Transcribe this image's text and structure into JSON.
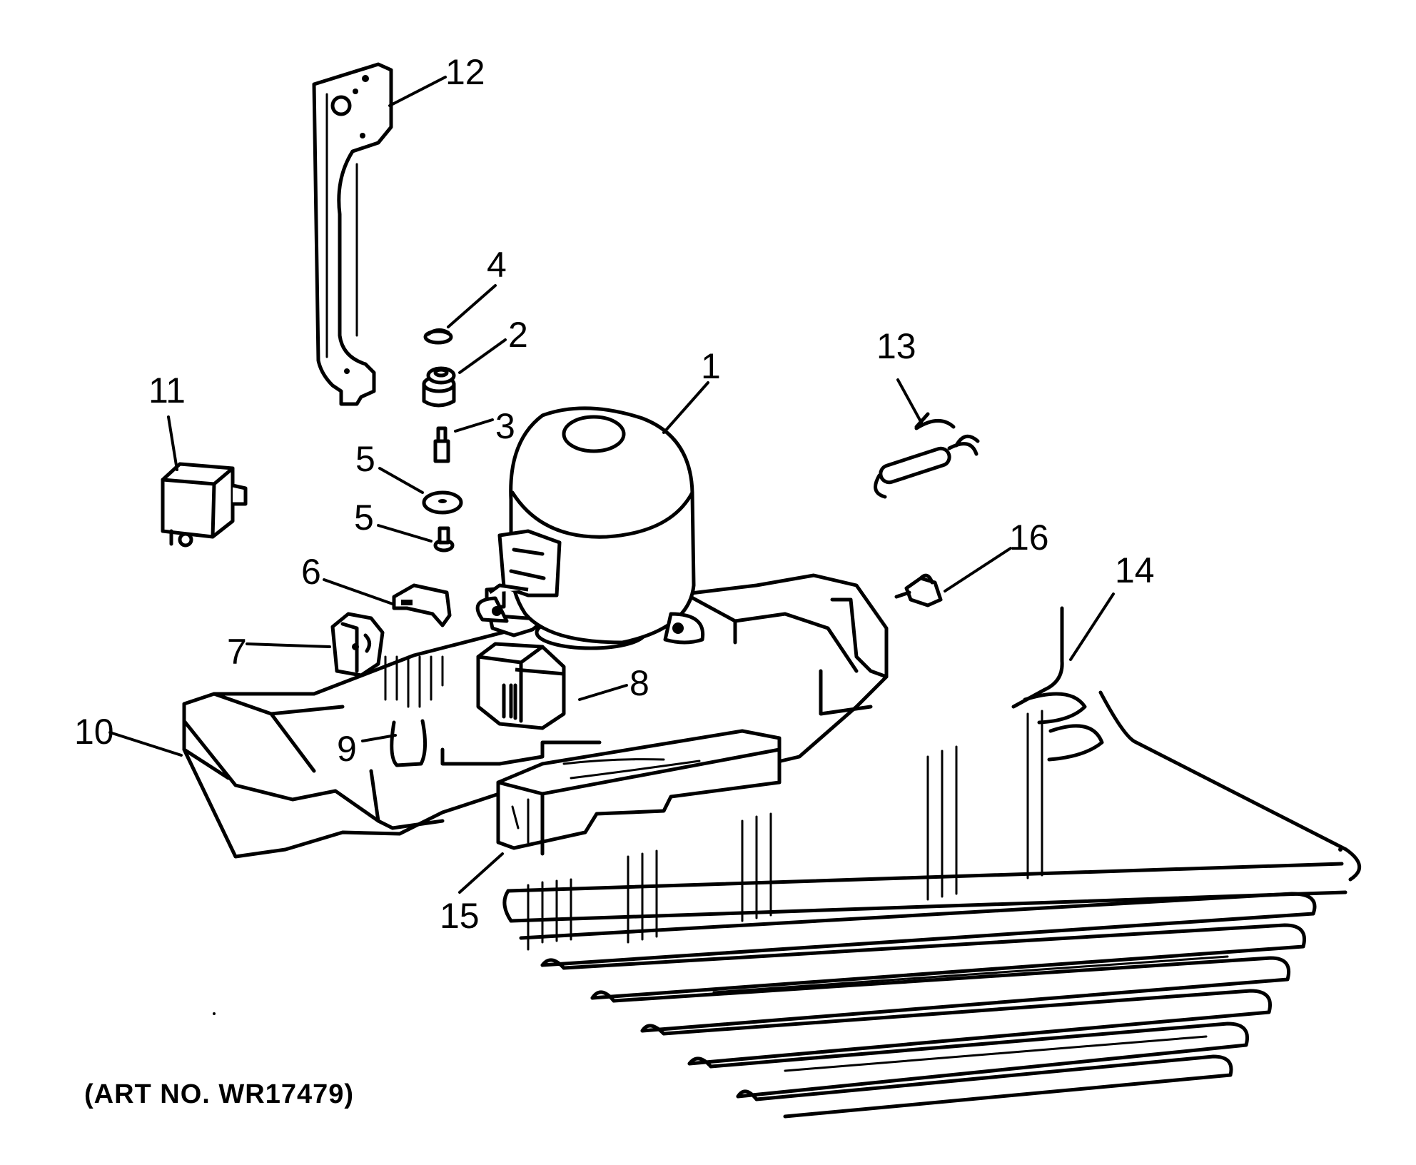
{
  "labels": {
    "c1": "1",
    "c2": "2",
    "c3": "3",
    "c4": "4",
    "c5a": "5",
    "c5b": "5",
    "c6": "6",
    "c7": "7",
    "c8": "8",
    "c9": "9",
    "c10": "10",
    "c11": "11",
    "c12": "12",
    "c13": "13",
    "c14": "14",
    "c15": "15",
    "c16": "16"
  },
  "caption": "(ART NO. WR17479)"
}
